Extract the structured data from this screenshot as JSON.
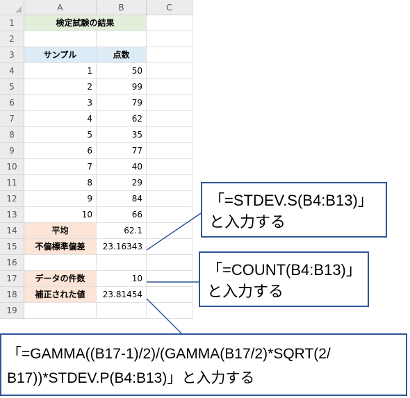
{
  "spreadsheet": {
    "column_headers": [
      "A",
      "B",
      "C"
    ],
    "row_numbers": [
      "1",
      "2",
      "3",
      "4",
      "5",
      "6",
      "7",
      "8",
      "9",
      "10",
      "11",
      "12",
      "13",
      "14",
      "15",
      "16",
      "17",
      "18",
      "19"
    ],
    "title": "検定試験の結果",
    "table_headers": {
      "sample": "サンプル",
      "score": "点数"
    },
    "rows": [
      {
        "sample": "1",
        "score": "50"
      },
      {
        "sample": "2",
        "score": "99"
      },
      {
        "sample": "3",
        "score": "79"
      },
      {
        "sample": "4",
        "score": "62"
      },
      {
        "sample": "5",
        "score": "35"
      },
      {
        "sample": "6",
        "score": "77"
      },
      {
        "sample": "7",
        "score": "40"
      },
      {
        "sample": "8",
        "score": "29"
      },
      {
        "sample": "9",
        "score": "84"
      },
      {
        "sample": "10",
        "score": "66"
      }
    ],
    "summary": {
      "mean_label": "平均",
      "mean_value": "62.1",
      "bias_sd_label": "不偏標準偏差",
      "bias_sd_value": "23.16343",
      "count_label": "データの件数",
      "count_value": "10",
      "corrected_label": "補正された値",
      "corrected_value": "23.81454"
    }
  },
  "callouts": {
    "stdev": {
      "line1": "「=STDEV.S(B4:B13)」",
      "line2": "と入力する"
    },
    "count": {
      "line1": "「=COUNT(B4:B13)」",
      "line2": "と入力する"
    },
    "gamma": {
      "line1": "「=GAMMA((B17-1)/2)/(GAMMA(B17/2)*SQRT(2/",
      "line2": "B17))*STDEV.P(B4:B13)」と入力する"
    }
  },
  "colors": {
    "title_fill": "#e2efda",
    "header_fill": "#ddebf7",
    "label_fill": "#fce4d6",
    "callout_border": "#2f5597"
  }
}
